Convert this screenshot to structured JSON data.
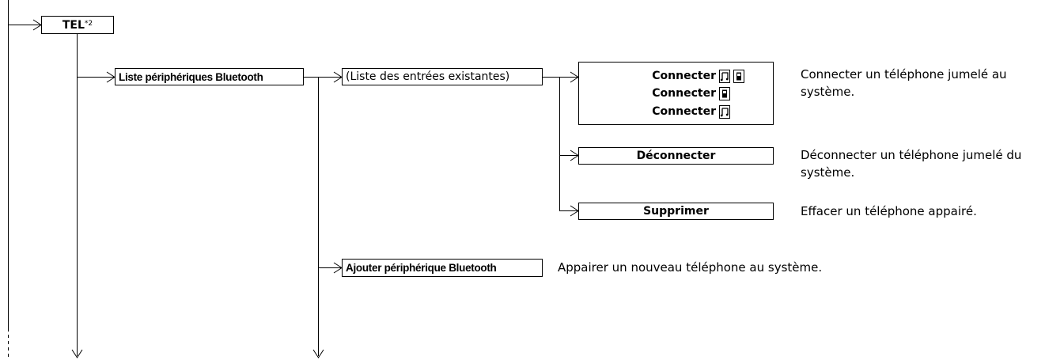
{
  "tree": {
    "root": {
      "label": "TEL",
      "note": "*2"
    },
    "nodes": {
      "device_list": "Liste périphériques Bluetooth",
      "existing_entries": "(Liste des entrées existantes)",
      "add_device": "Ajouter périphérique Bluetooth"
    },
    "connect_options": [
      {
        "label": "Connecter",
        "icons": [
          "music-note-icon",
          "phone-icon"
        ]
      },
      {
        "label": "Connecter",
        "icons": [
          "phone-icon"
        ]
      },
      {
        "label": "Connecter",
        "icons": [
          "music-note-icon"
        ]
      }
    ],
    "actions": {
      "disconnect": "Déconnecter",
      "delete": "Supprimer"
    },
    "descriptions": {
      "connect": "Connecter un téléphone jumelé au système.",
      "disconnect": "Déconnecter un téléphone jumelé du système.",
      "delete": "Effacer un téléphone appairé.",
      "add": "Appairer un nouveau téléphone au système."
    }
  }
}
